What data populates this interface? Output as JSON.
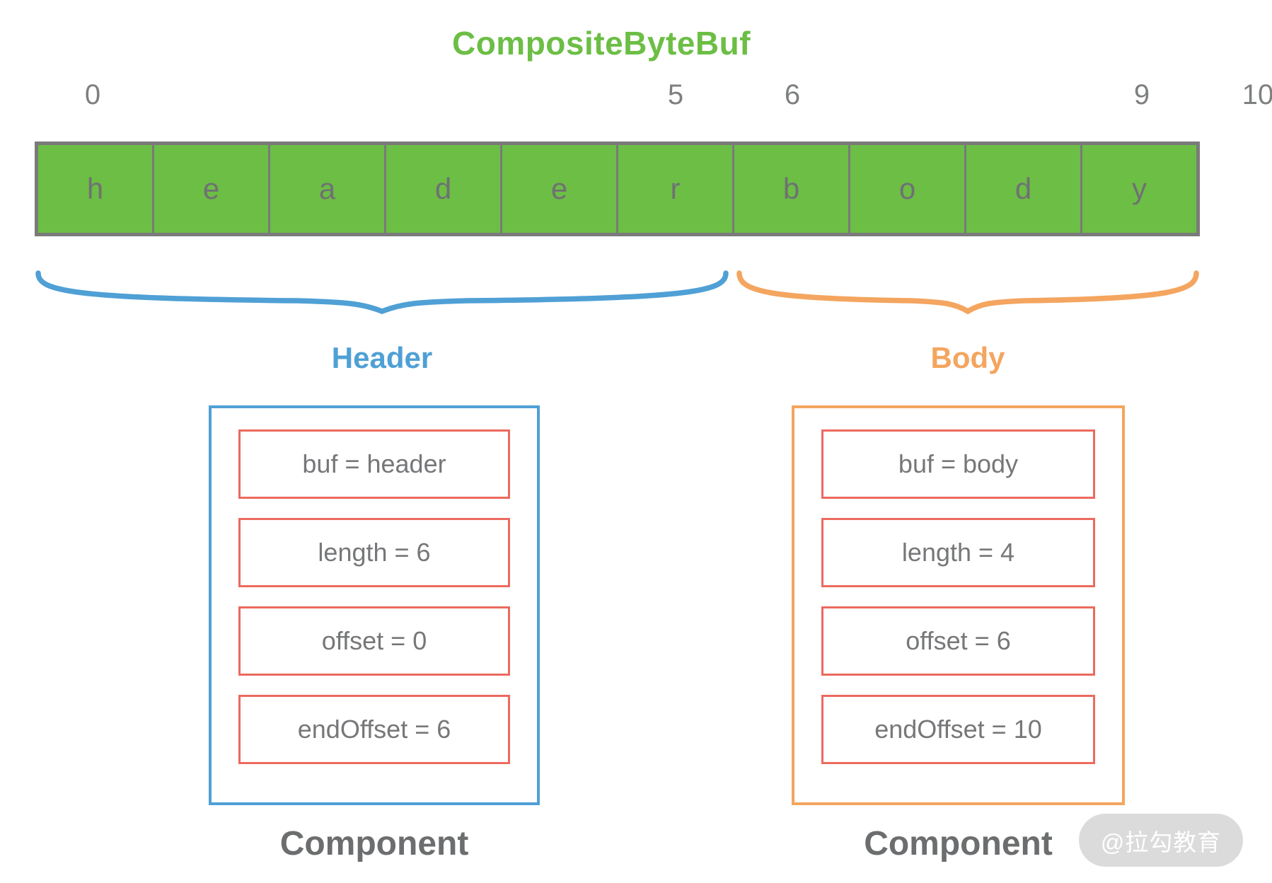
{
  "title": {
    "text": "CompositeByteBuf",
    "color": "#6cbe45"
  },
  "ruler": {
    "marks": [
      {
        "label": "0",
        "cell_index": 0
      },
      {
        "label": "5",
        "cell_index": 5
      },
      {
        "label": "6",
        "cell_index": 6
      },
      {
        "label": "9",
        "cell_index": 9
      },
      {
        "label": "10",
        "cell_index": 10
      }
    ],
    "color": "#7d7f80"
  },
  "buffer": {
    "cells": [
      "h",
      "e",
      "a",
      "d",
      "e",
      "r",
      "b",
      "o",
      "d",
      "y"
    ],
    "cell_fill": "#6cbe45",
    "border_color": "#7a7a7a",
    "letter_color": "#6f7173"
  },
  "regions": [
    {
      "label": "Header",
      "color": "#4fa0d5",
      "span_cells": "0-5"
    },
    {
      "label": "Body",
      "color": "#f4a55f",
      "span_cells": "6-9"
    }
  ],
  "components": [
    {
      "caption": "Component",
      "border_color": "#4fa0d5",
      "fields": [
        "buf = header",
        "length = 6",
        "offset = 0",
        "endOffset = 6"
      ]
    },
    {
      "caption": "Component",
      "border_color": "#f4a55f",
      "fields": [
        "buf = body",
        "length = 4",
        "offset = 6",
        "endOffset = 10"
      ]
    }
  ],
  "field_border_color": "#ec6a5e",
  "text_color": "#767779",
  "watermark": {
    "text": "@拉勾教育"
  }
}
